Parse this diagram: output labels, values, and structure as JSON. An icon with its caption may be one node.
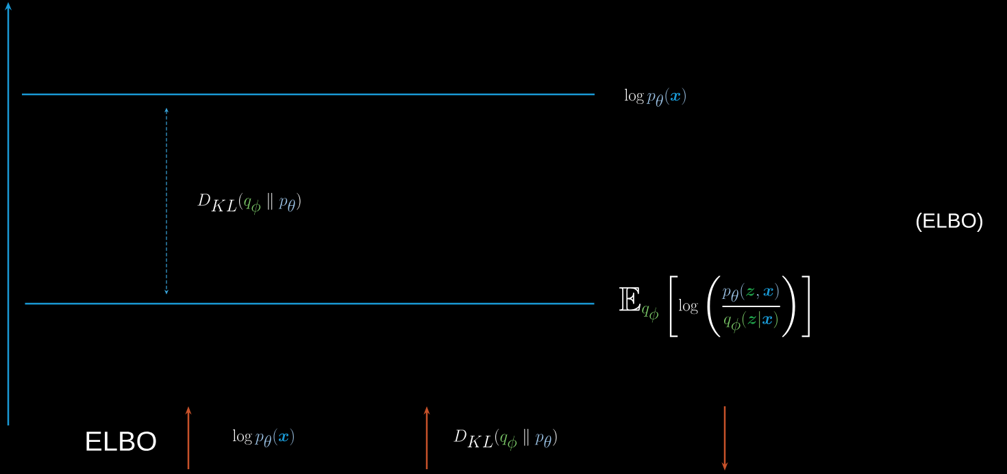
{
  "diagram": {
    "nodes": [
      {
        "text": [],
        "shape": "bar"
      },
      {
        "text": [],
        "shape": "bar"
      }
    ],
    "edges": [
      {
        "from": 0,
        "to": 1,
        "arrow": "both",
        "style": "dashed",
        "label": "D_{KL}(\\textcolor[HTML]{7DCC6A}{q_{\\phi}} \\parallel \\textcolor[HTML]{9CC3E6}{p_{\\theta}})"
      }
    ],
    "labels": [
      "\\log \\textcolor[HTML]{9CC3E6}{p_{\\theta}(}\\textcolor[HTML]{1A9AD6}{\\boldsymbol{x}}\\textcolor[HTML]{9CC3E6}{)}",
      "(ELBO)",
      "\\mathbb{E}_{\\textcolor[HTML]{7DCC6A}{q_{\\phi}}}\\left[\\log\\left(\\frac{\\textcolor[HTML]{9CC3E6}{p_{\\theta}(}\\textcolor[HTML]{1FA04A}{\\boldsymbol{z}}\\textcolor[HTML]{9CC3E6}{,}\\,\\textcolor[HTML]{1A9AD6}{\\boldsymbol{x}}\\textcolor[HTML]{9CC3E6}{)}}{\\textcolor[HTML]{7DCC6A}{q_{\\phi}(}\\textcolor[HTML]{1FA04A}{\\boldsymbol{z}}\\textcolor[HTML]{7DCC6A}{|}\\textcolor[HTML]{1A9AD6}{\\boldsymbol{x}}\\textcolor[HTML]{7DCC6A}{)}}\\right)\\right]",
      "ELBO",
      "\\log \\textcolor[HTML]{9CC3E6}{p_{\\theta}(}\\textcolor[HTML]{1A9AD6}{\\boldsymbol{x}}\\textcolor[HTML]{9CC3E6}{)}",
      "D_{KL}(\\textcolor[HTML]{7DCC6A}{q_{\\phi}} \\parallel \\textcolor[HTML]{9CC3E6}{p_{\\theta}})"
    ]
  }
}
